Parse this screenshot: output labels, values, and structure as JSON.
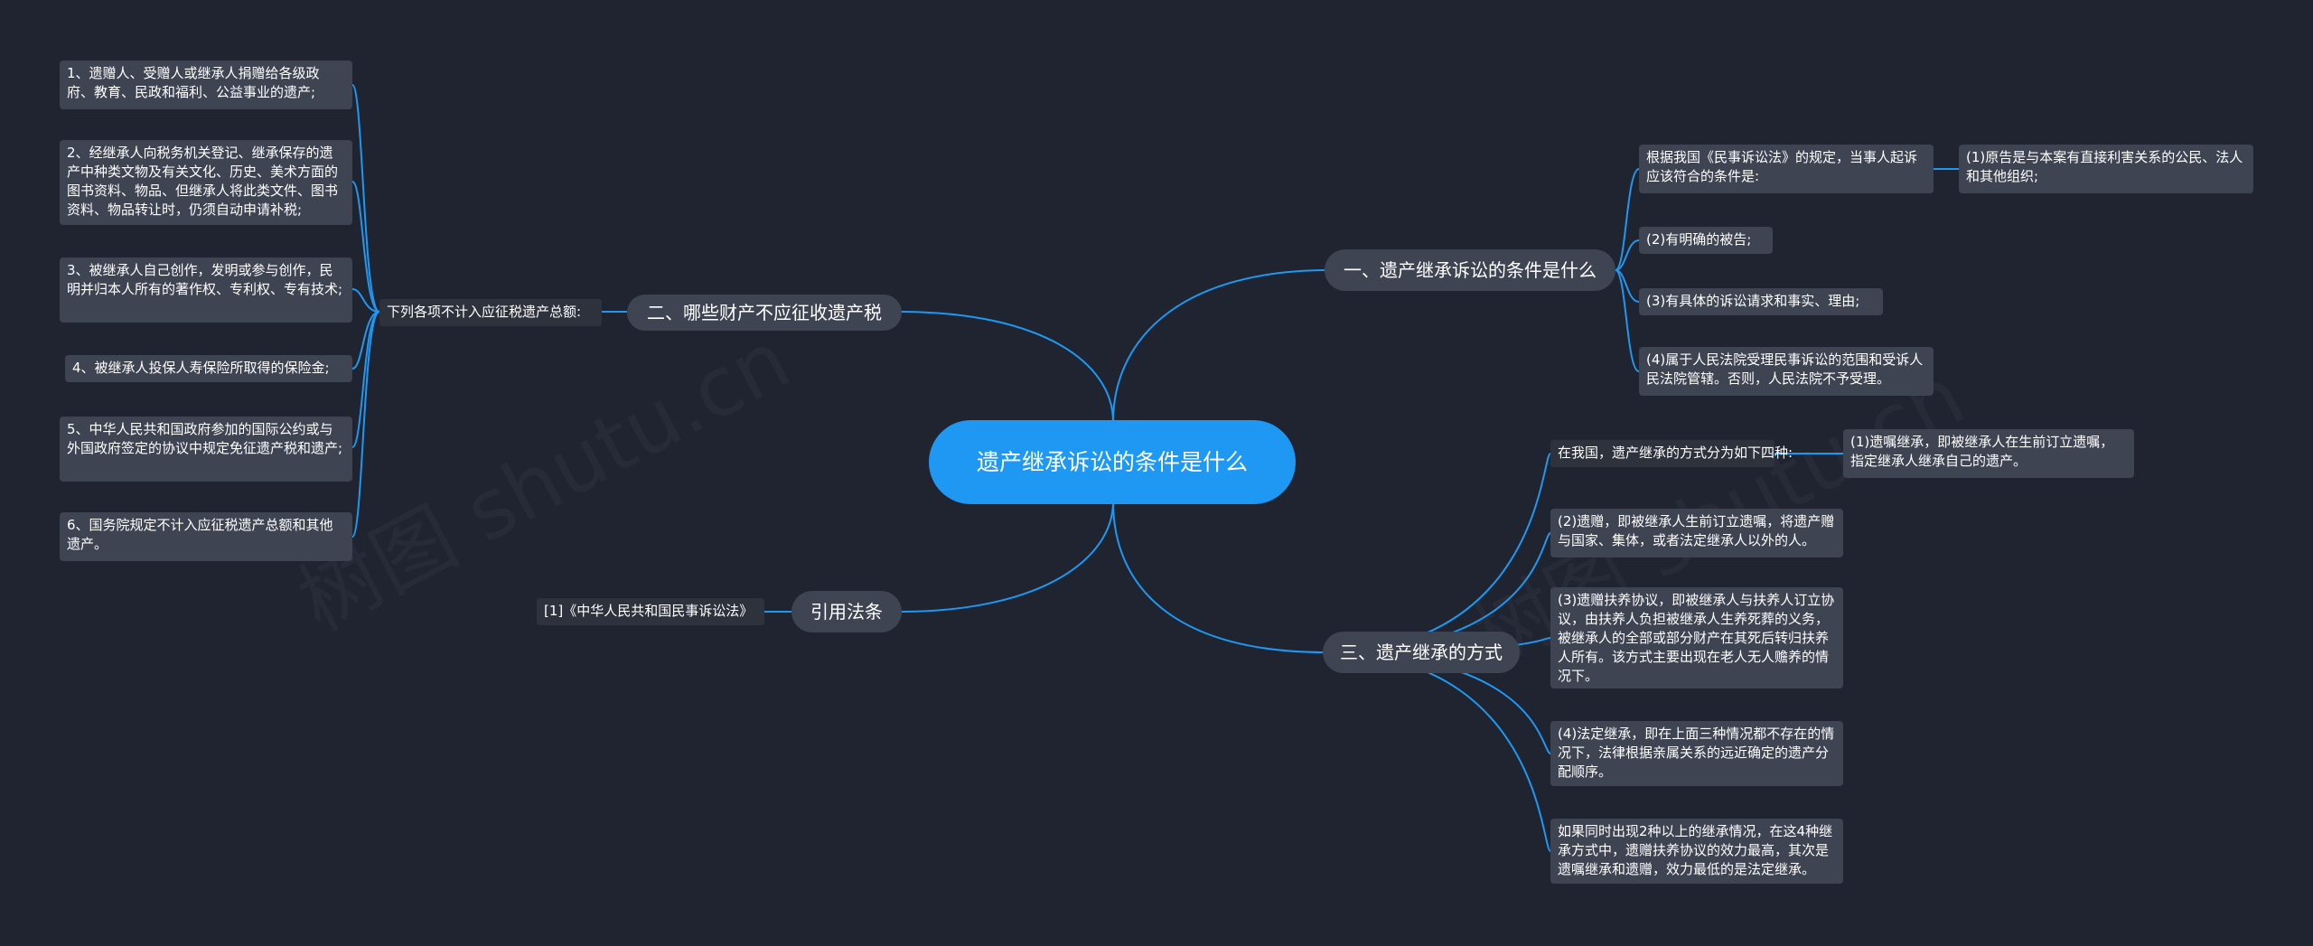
{
  "root": {
    "title": "遗产继承诉讼的条件是什么"
  },
  "branches": {
    "b1": {
      "label": "一、遗产继承诉讼的条件是什么"
    },
    "b2": {
      "label": "二、哪些财产不应征收遗产税"
    },
    "b3": {
      "label": "三、遗产继承的方式"
    },
    "b4": {
      "label": "引用法条"
    }
  },
  "b1_children": [
    "根据我国《民事诉讼法》的规定，当事人起诉应该符合的条件是:",
    "(2)有明确的被告;",
    "(3)有具体的诉讼请求和事实、理由;",
    "(4)属于人民法院受理民事诉讼的范围和受诉人民法院管辖。否则，人民法院不予受理。"
  ],
  "b1_grandchild": "(1)原告是与本案有直接利害关系的公民、法人和其他组织;",
  "b2_mid": "下列各项不计入应征税遗产总额:",
  "b2_children": [
    "1、遗赠人、受赠人或继承人捐赠给各级政府、教育、民政和福利、公益事业的遗产;",
    "2、经继承人向税务机关登记、继承保存的遗产中种类文物及有关文化、历史、美术方面的图书资料、物品、但继承人将此类文件、图书资料、物品转让时，仍须自动申请补税;",
    "3、被继承人自己创作，发明或参与创作，民明并归本人所有的著作权、专利权、专有技术;",
    "4、被继承人投保人寿保险所取得的保险金;",
    "5、中华人民共和国政府参加的国际公约或与外国政府签定的协议中规定免征遗产税和遗产;",
    "6、国务院规定不计入应征税遗产总额和其他遗产。"
  ],
  "b3_children": [
    "在我国，遗产继承的方式分为如下四种:",
    "(2)遗赠，即被继承人生前订立遗嘱，将遗产赠与国家、集体，或者法定继承人以外的人。",
    "(3)遗赠扶养协议，即被继承人与扶养人订立协议，由扶养人负担被继承人生养死葬的义务，被继承人的全部或部分财产在其死后转归扶养人所有。该方式主要出现在老人无人赡养的情况下。",
    "(4)法定继承，即在上面三种情况都不存在的情况下，法律根据亲属关系的远近确定的遗产分配顺序。",
    "如果同时出现2种以上的继承情况，在这4种继承方式中，遗赠扶养协议的效力最高，其次是遗嘱继承和遗赠，效力最低的是法定继承。"
  ],
  "b3_grandchild": "(1)遗嘱继承，即被继承人在生前订立遗嘱，指定继承人继承自己的遗产。",
  "b4_children": [
    "[1]《中华人民共和国民事诉讼法》"
  ],
  "watermarks": [
    "树图 shutu.cn",
    "树图 shutu.cn"
  ],
  "colors": {
    "background": "#1f2430",
    "root": "#1e98f2",
    "node": "#3e4452",
    "link": "#1e98f2"
  }
}
